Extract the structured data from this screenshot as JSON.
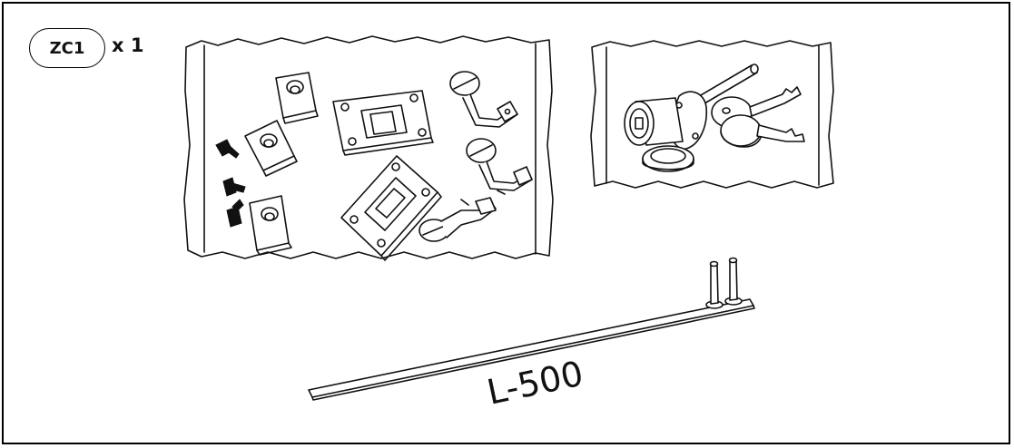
{
  "part": {
    "code": "ZC1",
    "quantity": "x 1"
  },
  "rod": {
    "length_label": "L-500"
  },
  "colors": {
    "ink": "#111111",
    "paper": "#ffffff",
    "shade": "#e8e8e8"
  },
  "icons": [
    "hardware-bag-icon",
    "lock-bag-icon",
    "rod-icon"
  ]
}
